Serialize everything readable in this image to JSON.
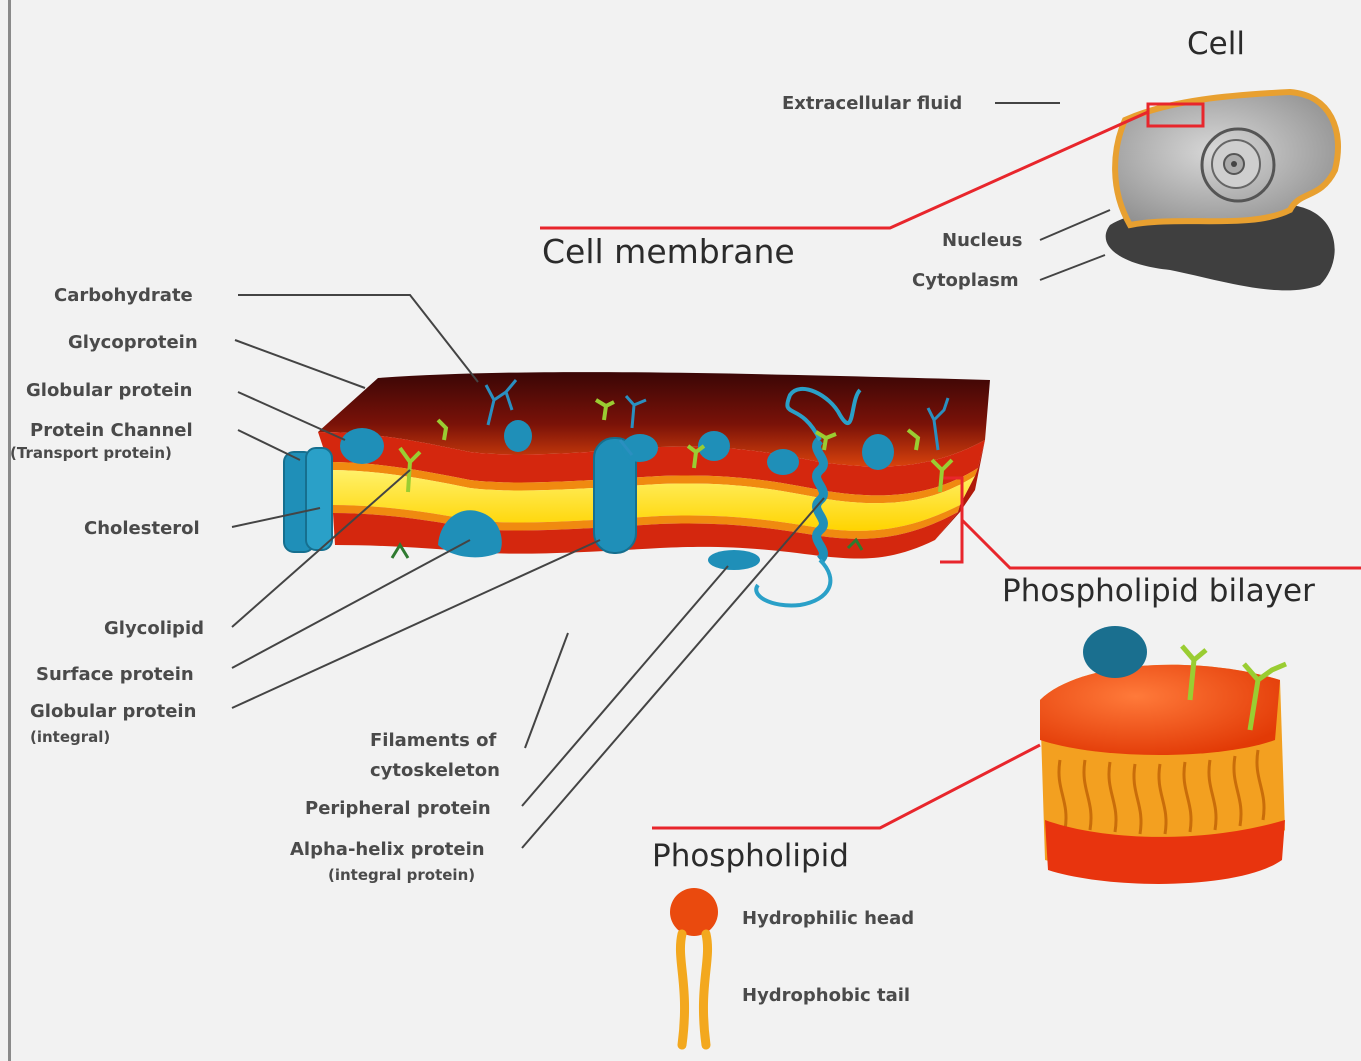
{
  "titles": {
    "cell": "Cell",
    "cell_membrane": "Cell membrane",
    "phospholipid_bilayer": "Phospholipid bilayer",
    "phospholipid": "Phospholipid"
  },
  "cell_labels": {
    "extracellular_fluid": "Extracellular fluid",
    "nucleus": "Nucleus",
    "cytoplasm": "Cytoplasm"
  },
  "left_labels": {
    "carbohydrate": "Carbohydrate",
    "glycoprotein": "Glycoprotein",
    "globular_protein": "Globular protein",
    "protein_channel": "Protein Channel",
    "protein_channel_sub": "(Transport protein)",
    "cholesterol": "Cholesterol",
    "glycolipid": "Glycolipid",
    "surface_protein": "Surface protein",
    "globular_protein_integral": "Globular protein",
    "globular_protein_integral_sub": "(integral)"
  },
  "center_labels": {
    "filaments_line1": "Filaments of",
    "filaments_line2": "cytoskeleton",
    "peripheral_protein": "Peripheral protein",
    "alpha_helix": "Alpha-helix protein",
    "alpha_helix_sub": "(integral protein)"
  },
  "legend": {
    "hydrophilic_head": "Hydrophilic head",
    "hydrophobic_tail": "Hydrophobic tail"
  },
  "colors": {
    "accent_red": "#e8262c",
    "protein_blue": "#1f8fb8",
    "lipid_yellow": "#ffe600",
    "head_red": "#e8240e",
    "dark_interior": "#5a0a08",
    "membrane_orange": "#e8a030",
    "glycolipid_green": "#9acd32"
  }
}
